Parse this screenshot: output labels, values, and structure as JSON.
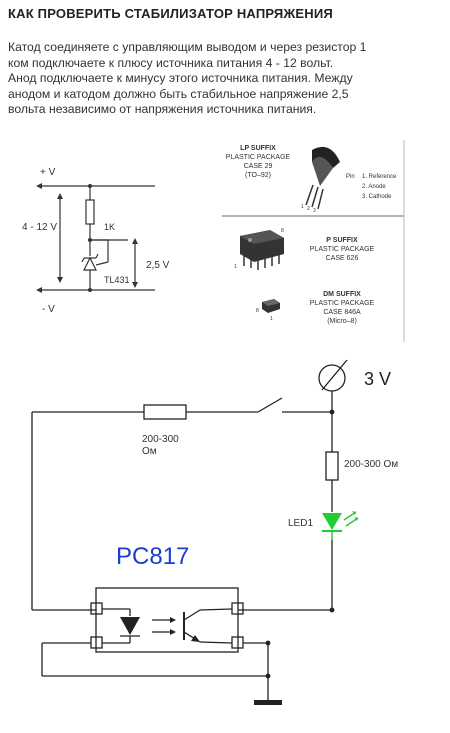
{
  "header": {
    "title": "КАК ПРОВЕРИТЬ СТАБИЛИЗАТОР НАПРЯЖЕНИЯ",
    "paragraph_lines": [
      "Катод соединяете с управляющим выводом и через резистор 1",
      "ком подключаете к плюсу источника питания 4 - 12 вольт.",
      "Анод подключаете к минусу этого источника питания. Между",
      "анодом и катодом должно быть стабильное напряжение 2,5",
      "вольта независимо от напряжения источника питания."
    ]
  },
  "circuit1": {
    "plus_label": "+ V",
    "minus_label": "- V",
    "supply_label": "4 - 12 V",
    "resistor_label": "1K",
    "output_label": "2,5 V",
    "chip_label": "TL431"
  },
  "packages": {
    "lp": {
      "lines": [
        "LP SUFFIX",
        "PLASTIC PACKAGE",
        "CASE 29",
        "(TO–92)"
      ]
    },
    "pins": {
      "pin_word": "Pin",
      "items": [
        "1. Reference",
        "2. Anode",
        "3. Cathode"
      ],
      "pin_numbers": [
        "1",
        "2",
        "3"
      ]
    },
    "p": {
      "lines": [
        "P SUFFIX",
        "PLASTIC PACKAGE",
        "CASE 626"
      ],
      "pin_mark": "8",
      "pin_mark2": "1"
    },
    "dm": {
      "lines": [
        "DM SUFFIX",
        "PLASTIC PACKAGE",
        "CASE 846A",
        "(Micro–8)"
      ],
      "pin_mark": "8",
      "pin_mark2": "1"
    }
  },
  "circuit2": {
    "voltage_label": "3 V",
    "resistor1_line1": "200-300",
    "resistor1_line2": "Ом",
    "resistor2_label": "200-300 Ом",
    "led_label": "LED1",
    "chip_label": "PC817",
    "colors": {
      "led_green": "#22cc33",
      "chip_label_blue": "#1a3fd0"
    }
  }
}
